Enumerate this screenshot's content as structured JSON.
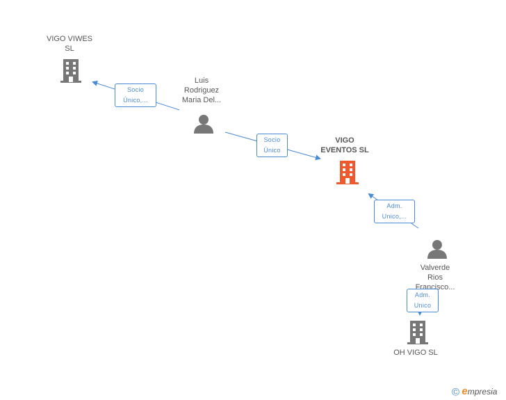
{
  "colors": {
    "edge": "#4a89d4",
    "node": "#777777",
    "focus_node": "#f0582d"
  },
  "nodes": {
    "vigo_viwes": {
      "label": "VIGO VIWES\nSL",
      "icon": "building-icon"
    },
    "luis": {
      "label": "Luis\nRodriguez\nMaria Del...",
      "icon": "person-icon"
    },
    "vigo_eventos": {
      "label": "VIGO\nEVENTOS SL",
      "icon": "building-icon"
    },
    "valverde": {
      "label": "Valverde\nRios\nFrancisco...",
      "icon": "person-icon"
    },
    "oh_vigo": {
      "label": "OH VIGO SL",
      "icon": "building-icon"
    }
  },
  "edges": {
    "luis_to_viwes": "Socio\nÚnico,...",
    "luis_to_eventos": "Socio\nÚnico",
    "valverde_to_eventos": "Adm.\nUnico,...",
    "valverde_to_ohvigo": "Adm.\nUnico"
  },
  "brand": {
    "copyright": "©",
    "e": "e",
    "rest": "mpresia"
  }
}
